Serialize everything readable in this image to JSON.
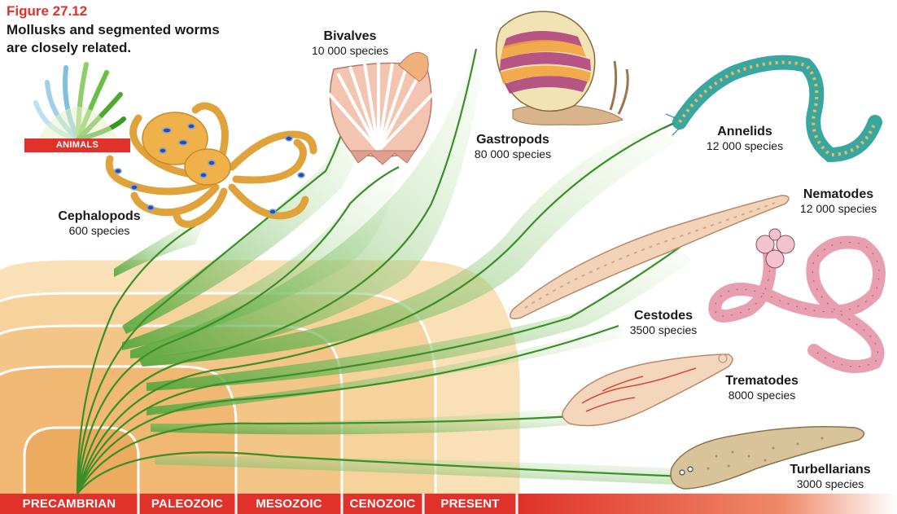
{
  "figure": {
    "number": "Figure 27.12",
    "caption": "Mollusks and segmented worms are closely related."
  },
  "badge": {
    "label": "ANIMALS",
    "icon": "phylogeny-fan-icon"
  },
  "taxa": [
    {
      "name": "Cephalopods",
      "species": "600 species",
      "animal": "octopus"
    },
    {
      "name": "Bivalves",
      "species": "10 000 species",
      "animal": "scallop"
    },
    {
      "name": "Gastropods",
      "species": "80 000 species",
      "animal": "snail"
    },
    {
      "name": "Annelids",
      "species": "12 000 species",
      "animal": "bristle-worm"
    },
    {
      "name": "Nematodes",
      "species": "12 000 species",
      "animal": "roundworm"
    },
    {
      "name": "Cestodes",
      "species": "3500 species",
      "animal": "tapeworm"
    },
    {
      "name": "Trematodes",
      "species": "8000 species",
      "animal": "fluke"
    },
    {
      "name": "Turbellarians",
      "species": "3000 species",
      "animal": "flatworm"
    }
  ],
  "eras": [
    "PRECAMBRIAN",
    "PALEOZOIC",
    "MESOZOIC",
    "CENOZOIC",
    "PRESENT"
  ],
  "colors": {
    "accent_red": "#e0312b",
    "branch_green": "#3f9a2c",
    "era_band": "#f4c27e"
  }
}
